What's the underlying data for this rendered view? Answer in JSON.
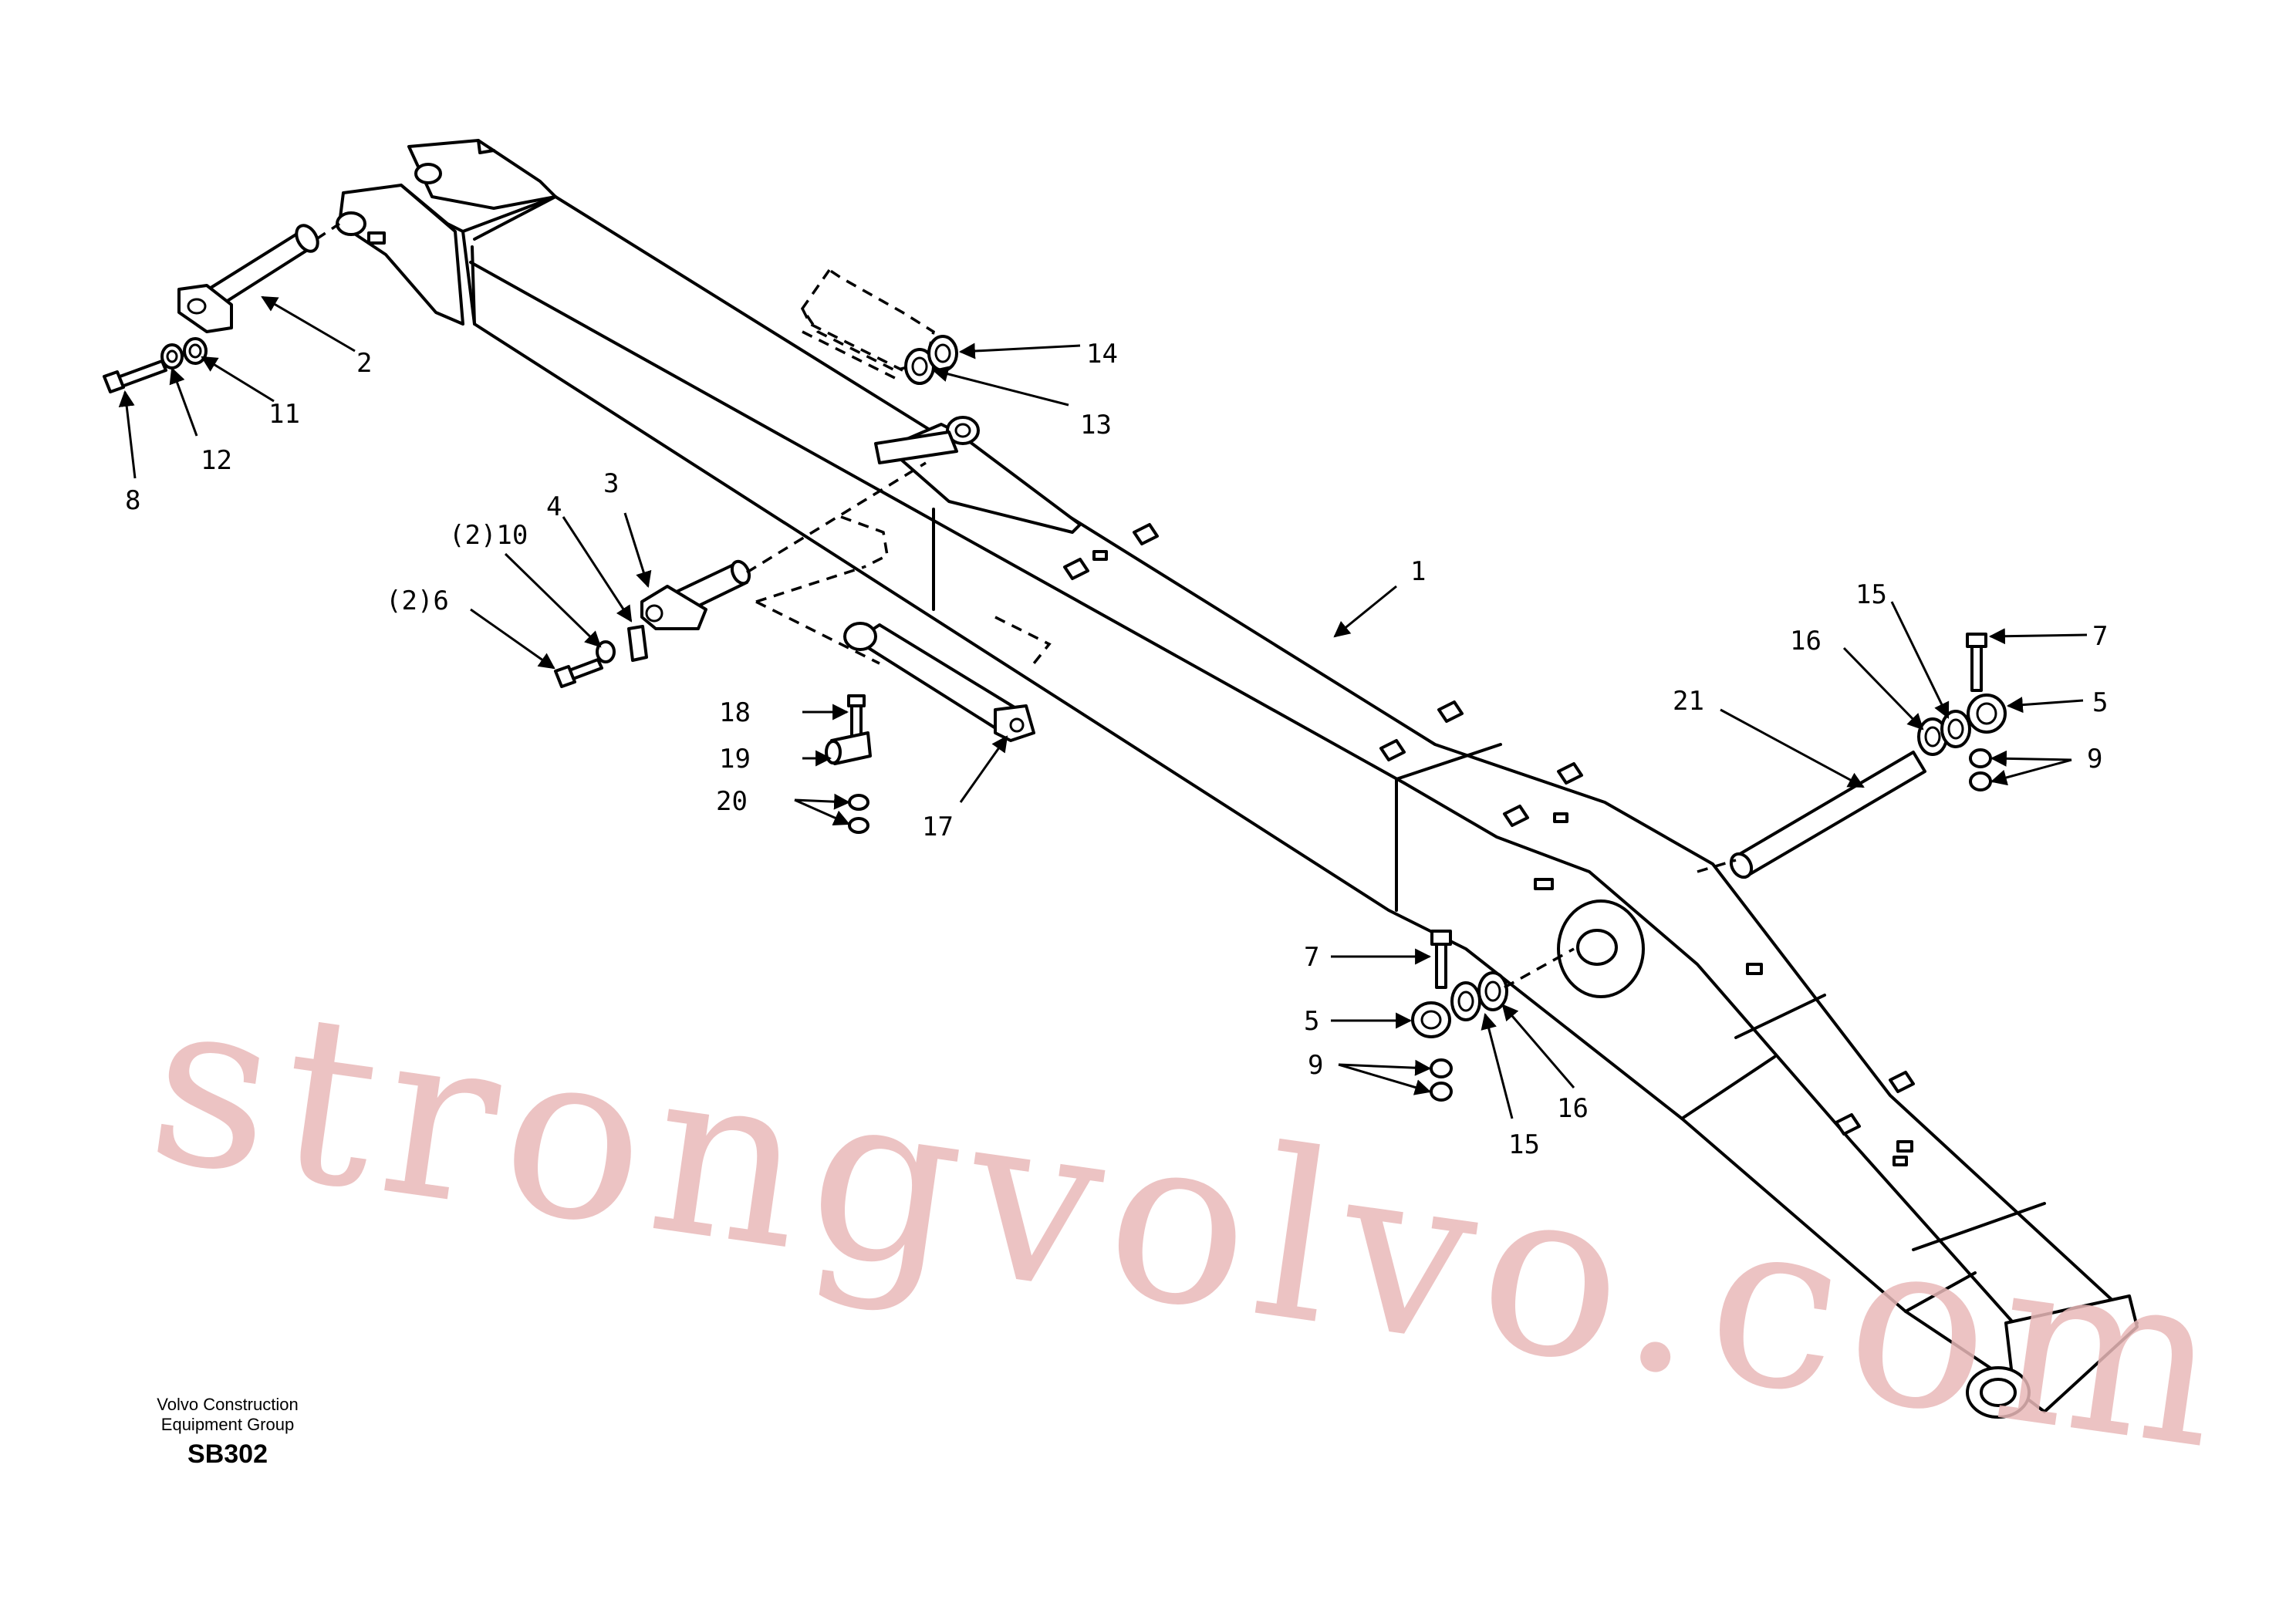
{
  "labels": {
    "l1": "1",
    "l2": "2",
    "l3": "3",
    "l4": "4",
    "l5a": "5",
    "l5b": "5",
    "l6": "(2)6",
    "l7a": "7",
    "l7b": "7",
    "l8": "8",
    "l9a": "9",
    "l9b": "9",
    "l10": "(2)10",
    "l11": "11",
    "l12": "12",
    "l13": "13",
    "l14": "14",
    "l15a": "15",
    "l15b": "15",
    "l16a": "16",
    "l16b": "16",
    "l17": "17",
    "l18": "18",
    "l19": "19",
    "l20": "20",
    "l21": "21"
  },
  "watermark": "strongvolvo.com",
  "publisher": {
    "line1": "Volvo Construction",
    "line2": "Equipment Group",
    "code": "SB302"
  },
  "colors": {
    "watermark": "#e9b9b9",
    "ink": "#000000"
  }
}
